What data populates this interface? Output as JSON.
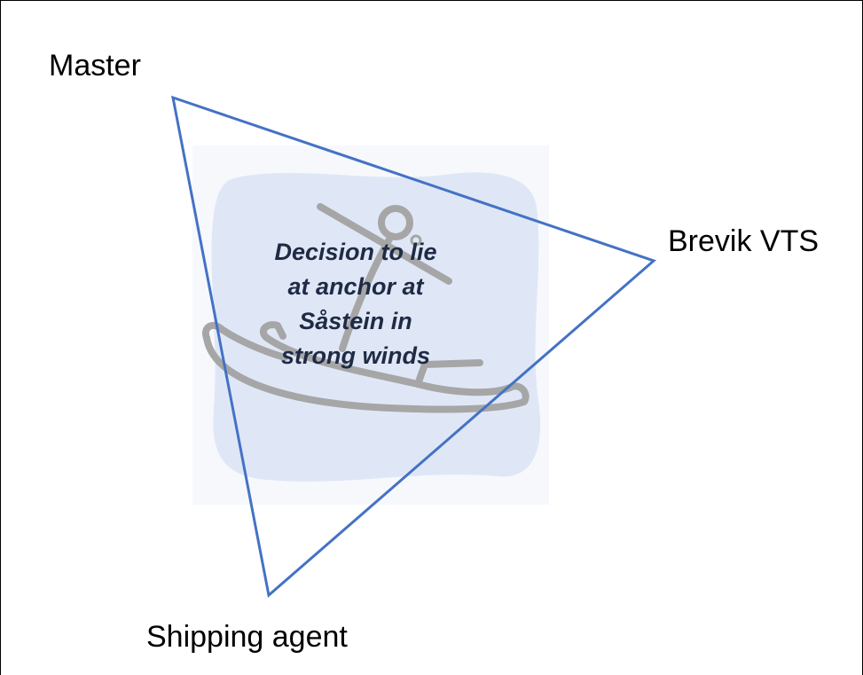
{
  "labels": {
    "master": "Master",
    "brevik_vts": "Brevik VTS",
    "shipping_agent": "Shipping agent"
  },
  "center": {
    "lines": [
      "Decision to lie",
      "at anchor at",
      "Såstein in",
      "strong winds"
    ]
  },
  "icons": {
    "anchor": "anchor-icon"
  },
  "colors": {
    "triangle_stroke": "#4472c4",
    "picture_background": "#dfe7f7",
    "anchor_outline": "#a6a6a6",
    "center_text": "#1f2a44"
  }
}
